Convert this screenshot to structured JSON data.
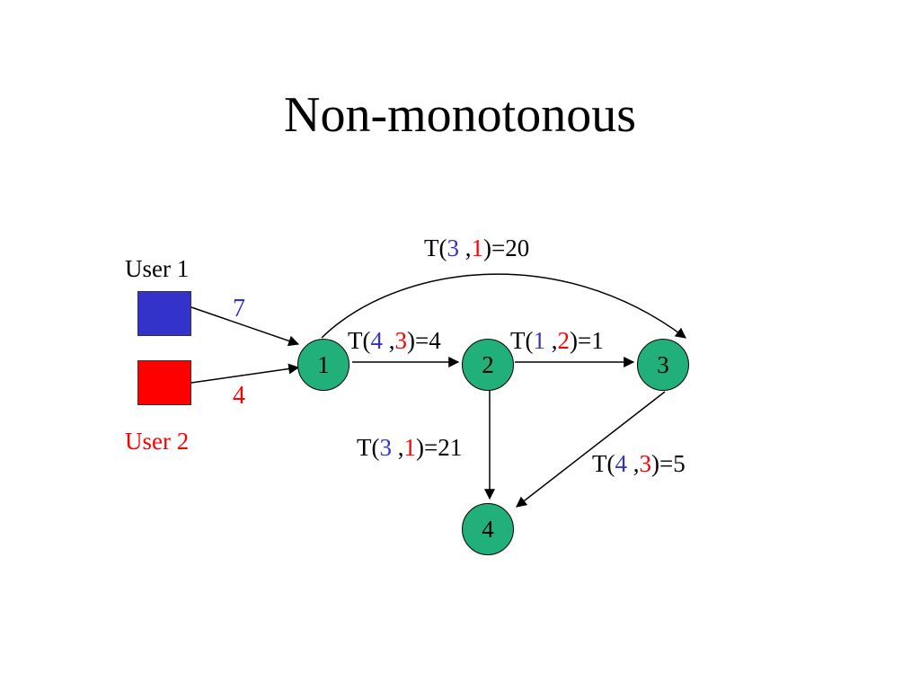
{
  "title": "Non-monotonous",
  "colors": {
    "user1": "#3333cc",
    "user2": "#ff0000",
    "node_fill": "#21b07a"
  },
  "users": [
    {
      "label": "User 1",
      "rate": "7"
    },
    {
      "label": "User 2",
      "rate": "4"
    }
  ],
  "nodes": [
    "1",
    "2",
    "3",
    "4"
  ],
  "edges": {
    "e13": {
      "prefix": "T(",
      "a": "3",
      "sep": " ,",
      "b": "1",
      "suffix": ")=20"
    },
    "e12": {
      "prefix": "T(",
      "a": "4",
      "sep": " ,",
      "b": "3",
      "suffix": ")=4"
    },
    "e23": {
      "prefix": "T(",
      "a": "1",
      "sep": " ,",
      "b": "2",
      "suffix": ")=1"
    },
    "e24": {
      "prefix": "T(",
      "a": "3",
      "sep": " ,",
      "b": "1",
      "suffix": ")=21"
    },
    "e34": {
      "prefix": "T(",
      "a": "4",
      "sep": " ,",
      "b": "3",
      "suffix": ")=5"
    }
  }
}
